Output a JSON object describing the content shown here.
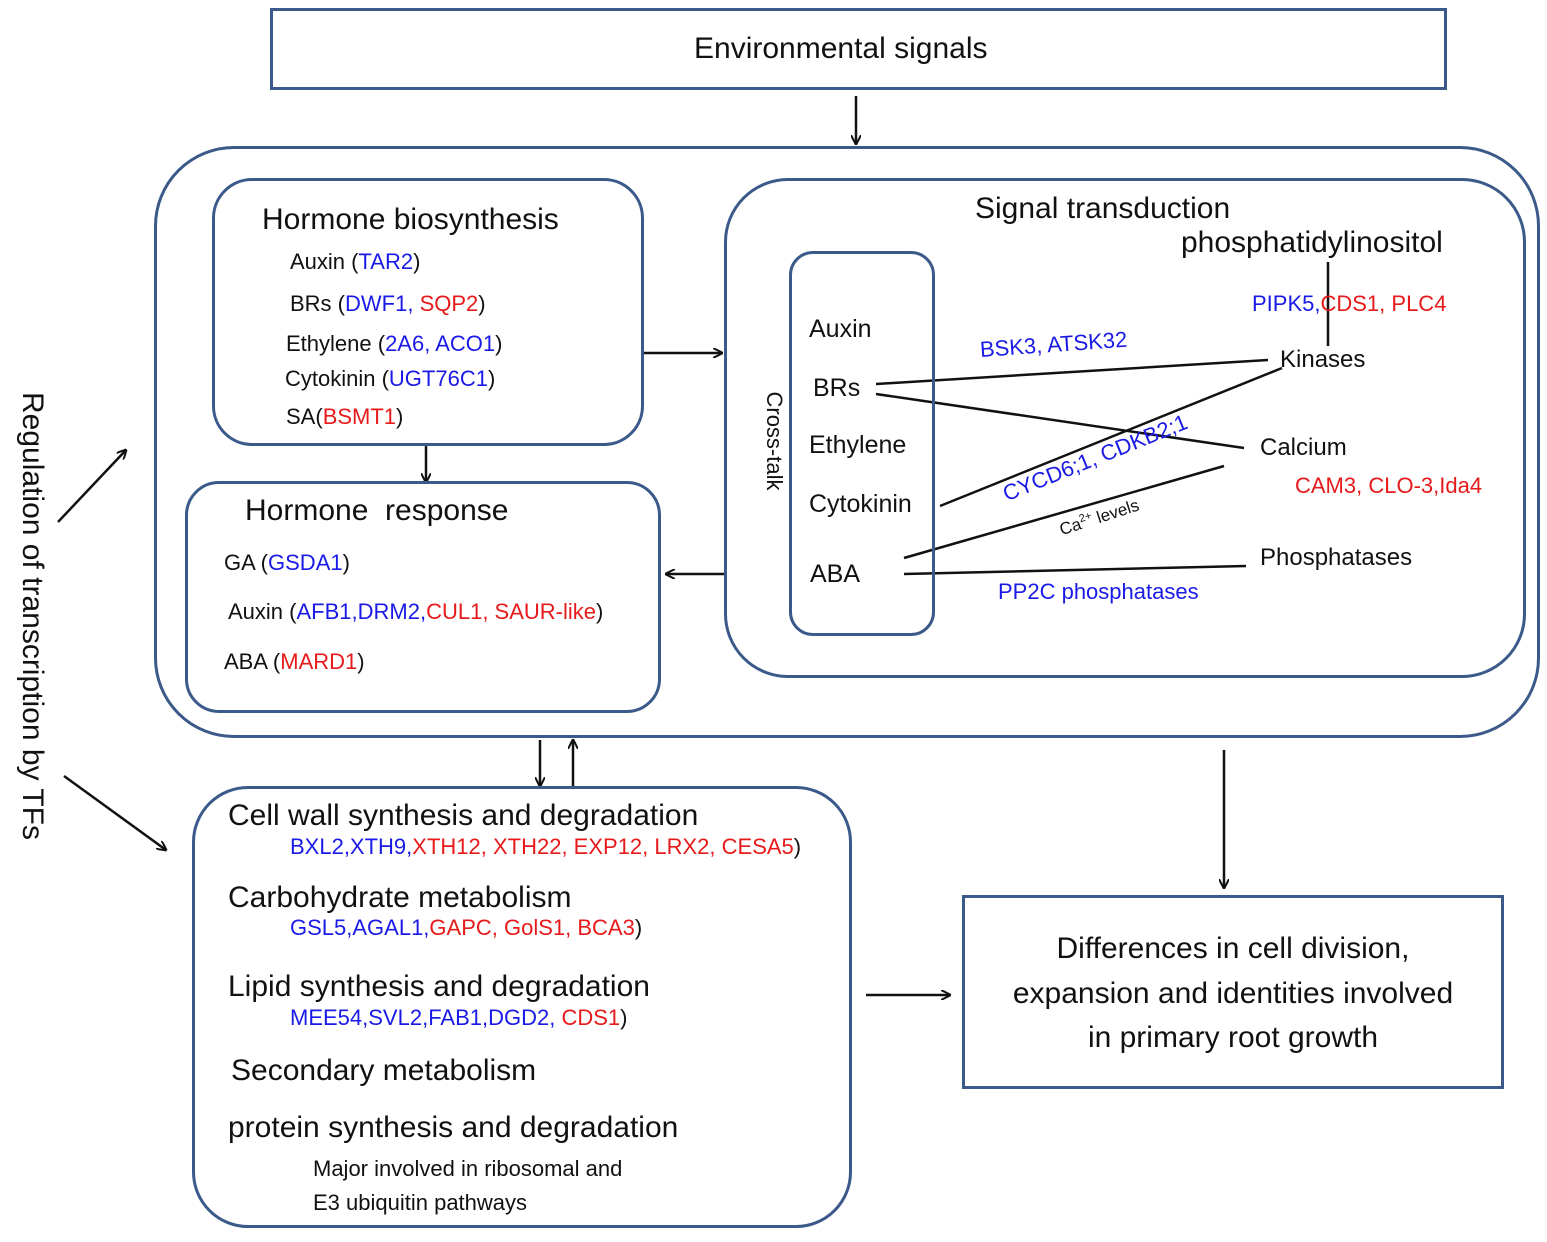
{
  "colors": {
    "border": "#3b5a8a",
    "down_regulated": "#1a1ae6",
    "up_regulated": "#e61a1a",
    "line": "#111111"
  },
  "environmental_signals": "Environmental signals",
  "side_label": "Regulation of transcription by TFs",
  "hormone_biosynthesis": {
    "title": "Hormone biosynthesis",
    "rows": [
      {
        "name": "Auxin (",
        "blue": "TAR2",
        "red": "",
        "close": ")"
      },
      {
        "name": "BRs (",
        "blue": "DWF1, ",
        "red": "SQP2",
        "close": ")"
      },
      {
        "name": "Ethylene (",
        "blue": "2A6, ACO1",
        "red": "",
        "close": ")"
      },
      {
        "name": "Cytokinin (",
        "blue": "UGT76C1",
        "red": "",
        "close": ")"
      },
      {
        "name": "SA(",
        "blue": "",
        "red": "BSMT1",
        "close": ")"
      }
    ]
  },
  "hormone_response": {
    "title": "Hormone  response",
    "rows": [
      {
        "name": "GA (",
        "blue": "GSDA1",
        "red": "",
        "close": ")"
      },
      {
        "name": "Auxin (",
        "blue": "AFB1,DRM2,",
        "red": "CUL1, SAUR-like",
        "close": ")"
      },
      {
        "name": "ABA (",
        "blue": "",
        "red": "MARD1",
        "close": ")"
      }
    ]
  },
  "signal_transduction": {
    "title": "Signal transduction",
    "phosphatidylinositol": "phosphatidylinositol",
    "pi_genes_blue": "PIPK5,",
    "pi_genes_red": "CDS1, PLC4",
    "kinases": "Kinases",
    "calcium": "Calcium",
    "calcium_genes": "CAM3, CLO-3,Ida4",
    "phosphatases": "Phosphatases",
    "kinase_genes": "BSK3, ATSK32",
    "cyc_genes": "CYCD6;1, CDKB2;1",
    "ca_levels_base": "Ca",
    "ca_levels_sup": "2+",
    "ca_levels_rest": " levels",
    "pp2c": "PP2C phosphatases",
    "crosstalk_label": "Cross-talk",
    "crosstalk_items": [
      "Auxin",
      "BRs",
      "Ethylene",
      "Cytokinin",
      "ABA"
    ]
  },
  "metabolism": {
    "cell_wall": {
      "title": "Cell wall synthesis and degradation",
      "blue": "BXL2,XTH9,",
      "red": "XTH12, XTH22, EXP12, LRX2, CESA5",
      "close": ")"
    },
    "carbohydrate": {
      "title": "Carbohydrate metabolism",
      "blue": "GSL5,AGAL1,",
      "red": "GAPC, GolS1, BCA3",
      "close": ")"
    },
    "lipid": {
      "title": "Lipid synthesis and degradation",
      "blue": "MEE54,SVL2,FAB1,DGD2, ",
      "red": "CDS1",
      "close": ")"
    },
    "secondary": {
      "title": "Secondary metabolism"
    },
    "protein": {
      "title": "protein synthesis and degradation",
      "note_line1": "Major involved in ribosomal and",
      "note_line2": "E3 ubiquitin pathways"
    }
  },
  "outcome": {
    "line1": "Differences in cell division,",
    "line2": "expansion and identities involved",
    "line3": "in primary root growth"
  }
}
